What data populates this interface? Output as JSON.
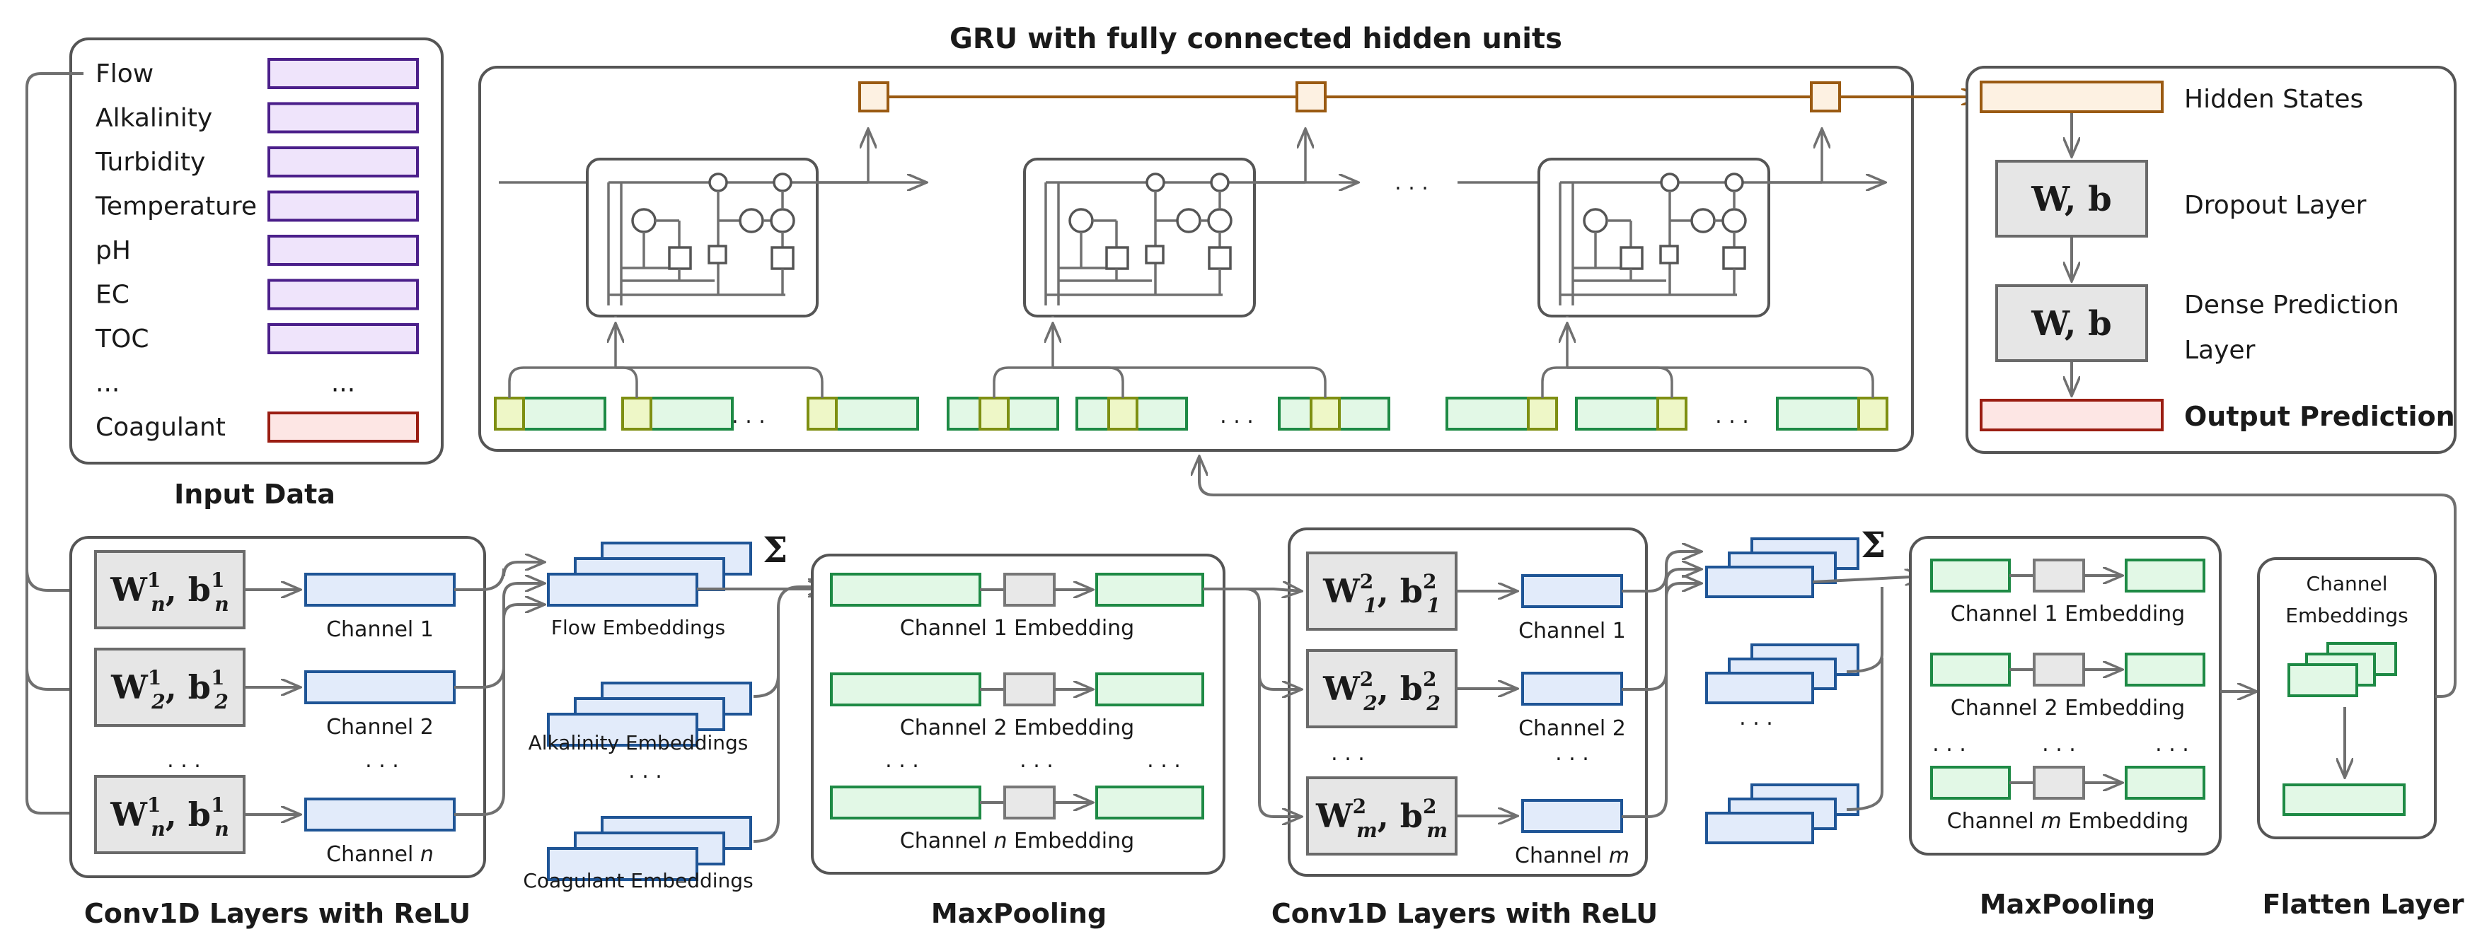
{
  "title": "GRU with fully connected hidden units",
  "input_panel": {
    "label": "Input Data",
    "features": [
      "Flow",
      "Alkalinity",
      "Turbidity",
      "Temperature",
      "pH",
      "EC",
      "TOC",
      "...",
      "Coagulant"
    ],
    "dots_right": "..."
  },
  "conv1": {
    "label": "Conv1D Layers with ReLU",
    "weights": [
      "W",
      "W",
      "W"
    ],
    "bias": [
      "b",
      "b",
      "b"
    ],
    "sup": [
      "1",
      "1",
      "1"
    ],
    "sub": [
      "n",
      "2",
      "n"
    ],
    "channels": [
      "Channel 1",
      "Channel 2",
      "Channel "
    ],
    "channel_last_italic": "n",
    "dots": ". . ."
  },
  "embeddings": {
    "labels": [
      "Flow Embeddings",
      "Alkalinity Embeddings",
      "Coagulant Embeddings"
    ],
    "dots": ". . .",
    "sum": "Σ"
  },
  "maxpool1": {
    "label": "MaxPooling",
    "rows": [
      "Channel 1 Embedding",
      "Channel 2 Embedding",
      "Channel "
    ],
    "row_last_italic": "n",
    "row_last_suffix": " Embedding",
    "dots": ". . ."
  },
  "conv2": {
    "label": "Conv1D Layers with ReLU",
    "sup": [
      "2",
      "2",
      "2"
    ],
    "sub": [
      "1",
      "2",
      "m"
    ],
    "channels": [
      "Channel 1",
      "Channel 2",
      "Channel "
    ],
    "channel_last_italic": "m",
    "dots": ". . ."
  },
  "maxpool2": {
    "label": "MaxPooling",
    "rows": [
      "Channel 1 Embedding",
      "Channel 2 Embedding",
      "Channel "
    ],
    "row_last_italic": "m",
    "row_last_suffix": " Embedding",
    "dots": ". . ."
  },
  "flatten": {
    "label": "Flatten Layer",
    "inner_label_1": "Channel",
    "inner_label_2": "Embeddings"
  },
  "gru": {
    "dots": ". . ."
  },
  "output_panel": {
    "hidden_states": "Hidden States",
    "dropout": "Dropout Layer",
    "dense_1": "Dense Prediction",
    "dense_2": "Layer",
    "output": "Output Prediction",
    "wb": "W, b"
  },
  "colors": {
    "purple": "#efe4fb",
    "red": "#fde6e4",
    "blue": "#e2ebfa",
    "green": "#e2f8e6",
    "yellow": "#eef7c7",
    "orange": "#fdf1e2",
    "line": "#707070"
  }
}
